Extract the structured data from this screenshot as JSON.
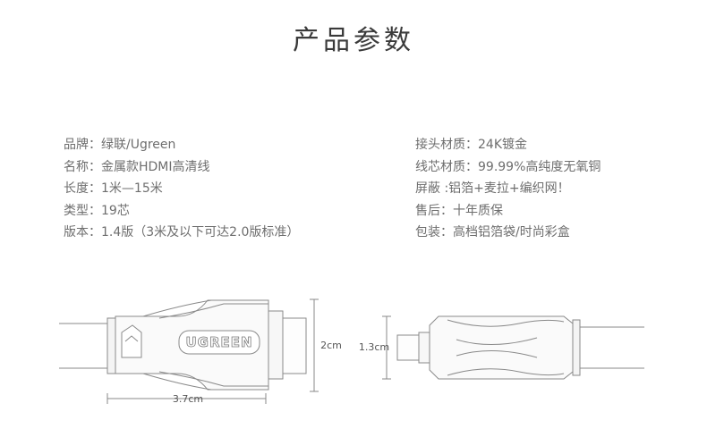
{
  "title": "产品参数",
  "left_specs": [
    "品牌：绿联/Ugreen",
    "名称：金属款HDMI高清线",
    "长度：1米—15米",
    "类型：19芯",
    "版本：1.4版（3米及以下可达2.0版标准）"
  ],
  "right_specs": [
    "接头材质：24K镀金",
    "线芯材质：99.99%高纯度无氧铜",
    "屏蔽 :铝箔+麦拉+编织网！",
    "售后：十年质保",
    "包装：高档铝箔袋/时尚彩盒"
  ],
  "diagram": {
    "logo_text": "UGREEN",
    "dim_height": "2cm",
    "dim_length": "3.7cm",
    "dim_thickness": "1.3cm"
  }
}
